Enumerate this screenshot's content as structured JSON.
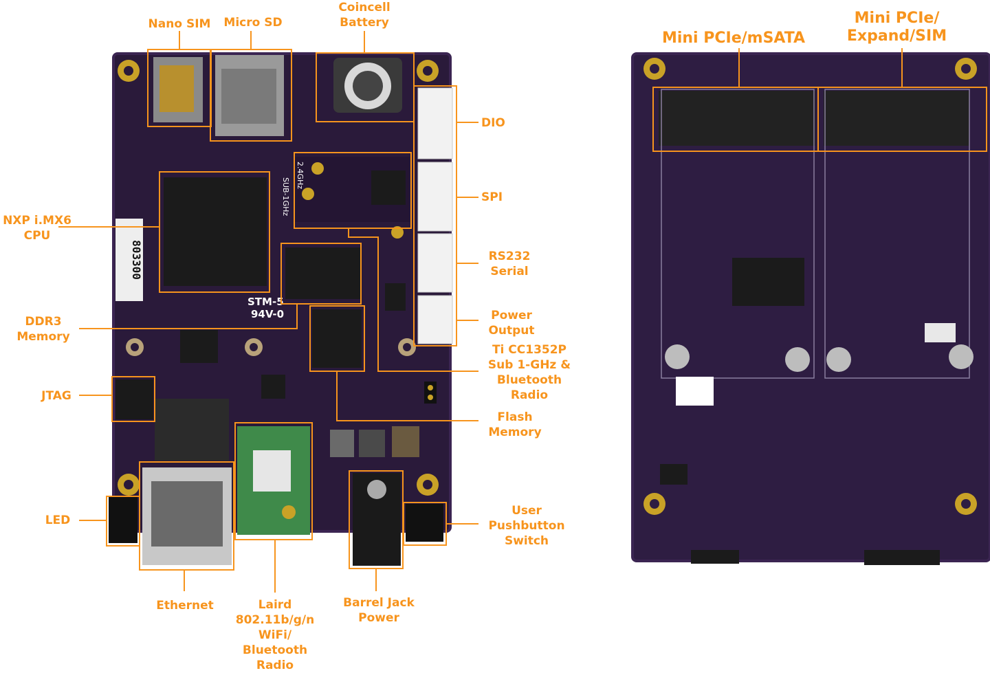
{
  "colors": {
    "accent": "#f7941d",
    "board": "#2a1a3a",
    "board_edge": "#3b2552",
    "chip": "#1b1b1b",
    "gold": "#c9a227",
    "white_connector": "#f2f2f2"
  },
  "front_labels": {
    "nano_sim": "Nano SIM",
    "micro_sd": "Micro SD",
    "coincell": "Coincell\nBattery",
    "dio": "DIO",
    "spi": "SPI",
    "rs232": "RS232\nSerial",
    "power_output": "Power\nOutput",
    "ti_radio": "Ti CC1352P\nSub 1-GHz &\nBluetooth\nRadio",
    "flash": "Flash\nMemory",
    "user_switch": "User\nPushbutton\nSwitch",
    "barrel_jack": "Barrel Jack\nPower",
    "laird": "Laird\n802.11b/g/n\nWiFi/\nBluetooth\nRadio",
    "ethernet": "Ethernet",
    "led": "LED",
    "jtag": "JTAG",
    "ddr3": "DDR3\nMemory",
    "cpu": "NXP i.MX6\nCPU"
  },
  "back_labels": {
    "mini_pcie_msata": "Mini PCIe/mSATA",
    "mini_pcie_expand": "Mini PCIe/\nExpand/SIM"
  },
  "board_marks": {
    "barcode_number": "803300",
    "stm_mark": "STM-5",
    "ul_mark": "94V-0",
    "rf_band_1": "2.4GHz",
    "rf_band_2": "SUB-1GHz"
  },
  "icons": [
    "board-front",
    "board-back",
    "mounting-hole",
    "callout-line"
  ]
}
